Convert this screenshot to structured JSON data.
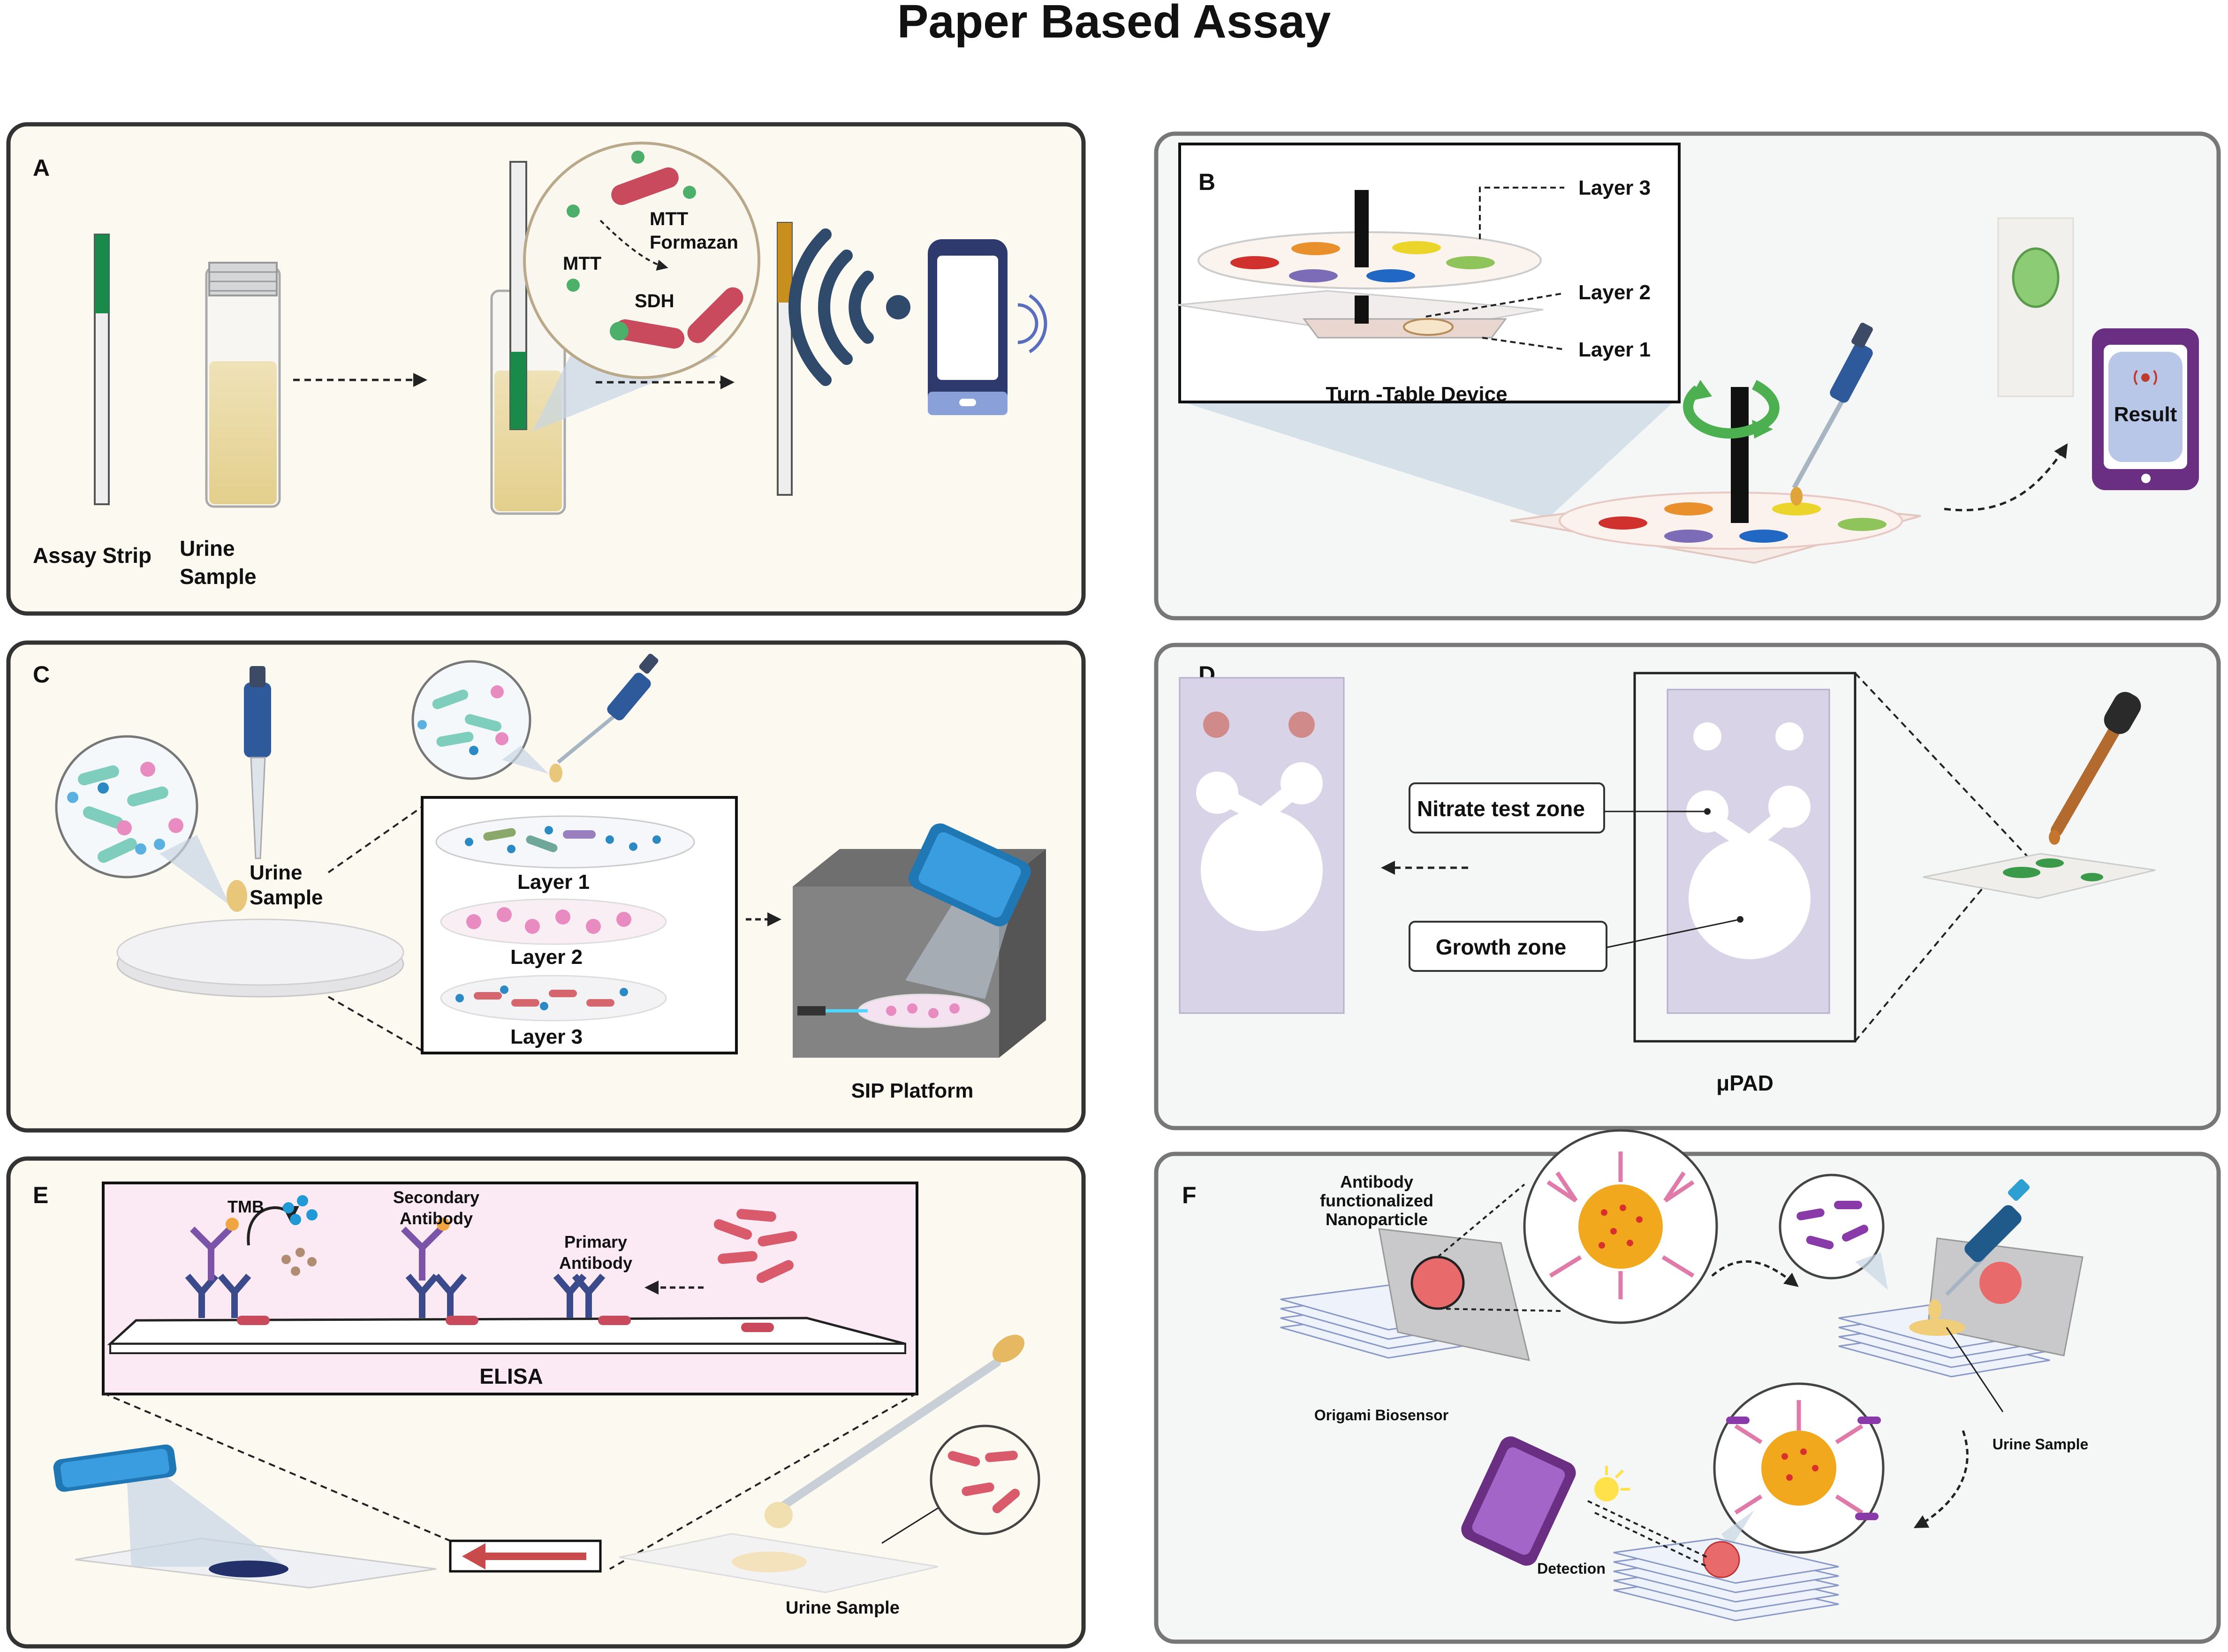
{
  "title": "Paper Based Assay",
  "panels": {
    "A": {
      "letter": "A",
      "assay_strip": "Assay Strip",
      "urine_line1": "Urine",
      "urine_line2": "Sample",
      "mtt_top": "MTT",
      "formazan": "Formazan",
      "mtt_left": "MTT",
      "sdh": "SDH"
    },
    "B": {
      "letter": "B",
      "layer3": "Layer 3",
      "layer2": "Layer 2",
      "layer1": "Layer 1",
      "device": "Turn -Table Device",
      "result": "Result"
    },
    "C": {
      "letter": "C",
      "urine_line1": "Urine",
      "urine_line2": "Sample",
      "layer1": "Layer 1",
      "layer2": "Layer 2",
      "layer3": "Layer 3",
      "platform": "SIP Platform"
    },
    "D": {
      "letter": "D",
      "nitrate": "Nitrate test zone",
      "growth": "Growth zone",
      "upad": "μPAD"
    },
    "E": {
      "letter": "E",
      "tmb": "TMB",
      "secondary_line1": "Secondary",
      "secondary_line2": "Antibody",
      "primary_line1": "Primary",
      "primary_line2": "Antibody",
      "elisa": "ELISA",
      "urine": "Urine Sample"
    },
    "F": {
      "letter": "F",
      "np_line1": "Antibody",
      "np_line2": "functionalized",
      "np_line3": "Nanoparticle",
      "origami": "Origami Biosensor",
      "urine": "Urine Sample",
      "detection": "Detection"
    }
  },
  "colors": {
    "panel_left_bg": "#fcf9f0",
    "panel_right_bg": "#f4f7f6",
    "strip_green": "#1a8a4a",
    "strip_gold": "#c98f1e",
    "phone_navy": "#2e3a6e",
    "phone_purple": "#6a2e82",
    "bacteria_red": "#c94a5d",
    "upad_purple": "#d8d3e6",
    "nanoparticle": "#f2a81d"
  }
}
